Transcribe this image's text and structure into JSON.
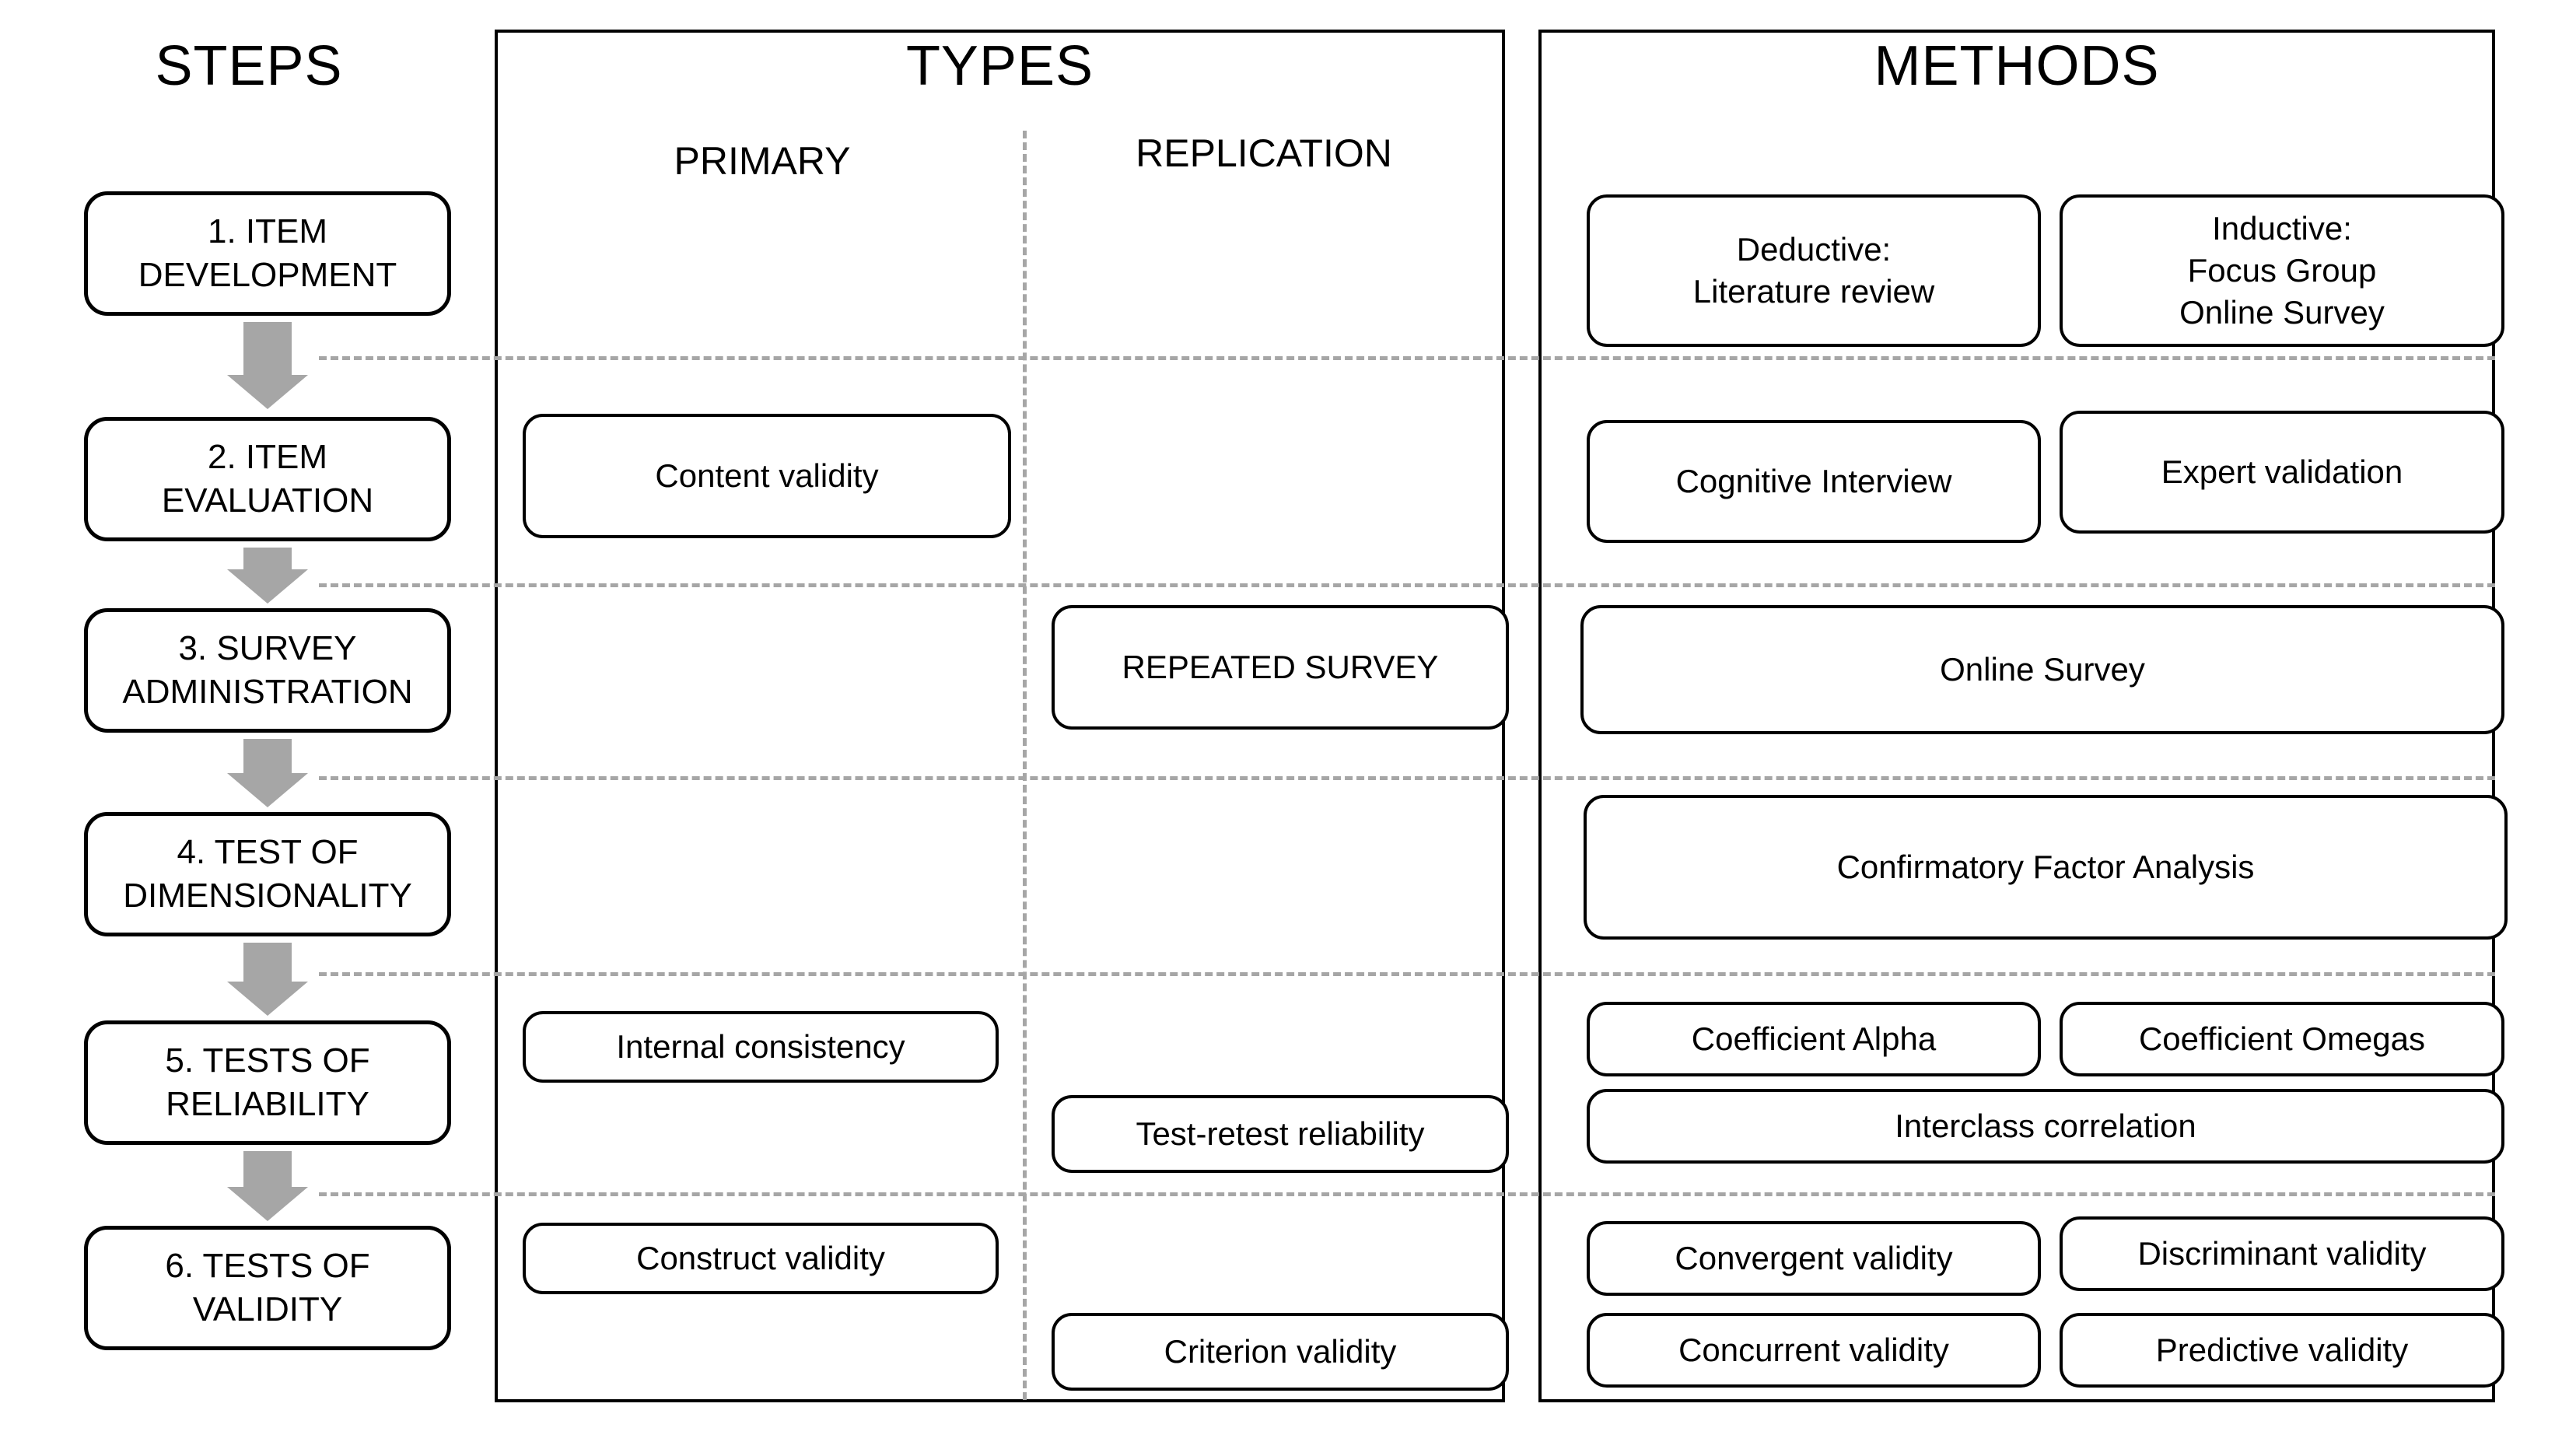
{
  "columns": {
    "steps_title": "STEPS",
    "types_title": "TYPES",
    "methods_title": "METHODS",
    "types_sub_primary": "PRIMARY",
    "types_sub_replication": "REPLICATION"
  },
  "colors": {
    "stroke": "#000000",
    "dashed_rule": "#a6a6a6",
    "arrow_fill": "#a6a6a6",
    "background": "#ffffff"
  },
  "steps": [
    {
      "line1": "1. ITEM",
      "line2": "DEVELOPMENT"
    },
    {
      "line1": "2. ITEM",
      "line2": "EVALUATION"
    },
    {
      "line1": "3. SURVEY",
      "line2": "ADMINISTRATION"
    },
    {
      "line1": "4. TEST OF",
      "line2": "DIMENSIONALITY"
    },
    {
      "line1": "5. TESTS OF",
      "line2": "RELIABILITY"
    },
    {
      "line1": "6. TESTS OF",
      "line2": "VALIDITY"
    }
  ],
  "types": {
    "primary": [
      {
        "row": 2,
        "label": "Content validity"
      },
      {
        "row": 5,
        "label": "Internal consistency"
      },
      {
        "row": 6,
        "label": "Construct validity"
      }
    ],
    "replication": [
      {
        "row": 3,
        "label": "REPEATED SURVEY"
      },
      {
        "row": 5,
        "label": "Test-retest reliability"
      },
      {
        "row": 6,
        "label": "Criterion validity"
      }
    ]
  },
  "methods": {
    "row1_left_line1": "Deductive:",
    "row1_left_line2": "Literature review",
    "row1_right_line1": "Inductive:",
    "row1_right_line2": "Focus Group",
    "row1_right_line3": "Online Survey",
    "row2_left": "Cognitive Interview",
    "row2_right": "Expert validation",
    "row3_full": "Online Survey",
    "row4_full": "Confirmatory Factor Analysis",
    "row5_left": "Coefficient Alpha",
    "row5_right": "Coefficient Omegas",
    "row5_full": "Interclass correlation",
    "row6_left_top": "Convergent validity",
    "row6_right_top": "Discriminant validity",
    "row6_left_bottom": "Concurrent validity",
    "row6_right_bottom": "Predictive validity"
  }
}
